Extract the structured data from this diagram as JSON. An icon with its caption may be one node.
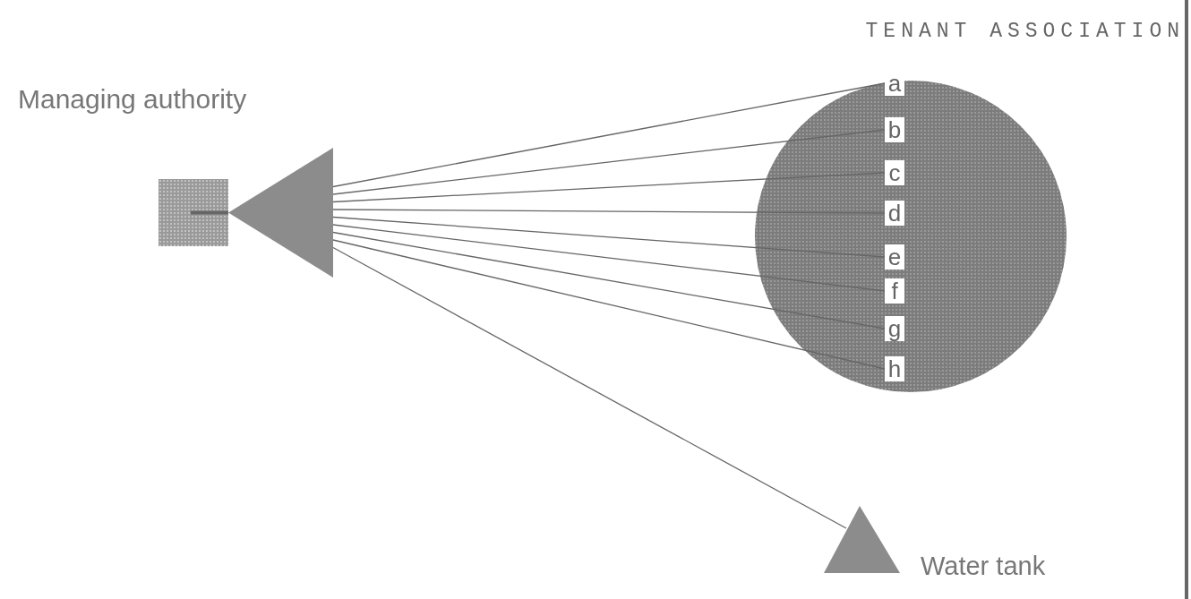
{
  "diagram": {
    "nodes": [
      {
        "text": [],
        "shape": "box"
      },
      {
        "text": [],
        "shape": "triangle"
      },
      {
        "text": [
          "TENANT ASSOCIATION"
        ]
      },
      {
        "text": [
          "a"
        ],
        "in": 2
      },
      {
        "text": [
          "b"
        ],
        "in": 2
      },
      {
        "text": [
          "c"
        ],
        "in": 2
      },
      {
        "text": [
          "d"
        ],
        "in": 2
      },
      {
        "text": [
          "e"
        ],
        "in": 2
      },
      {
        "text": [
          "f"
        ],
        "in": 2
      },
      {
        "text": [
          "g"
        ],
        "in": 2
      },
      {
        "text": [
          "h"
        ],
        "in": 2
      },
      {
        "text": [
          "Water tank"
        ]
      }
    ],
    "edges": [
      {
        "from": 0,
        "to": 1,
        "arrow": "none",
        "style": "thick"
      },
      {
        "from": 1,
        "to": 3,
        "arrow": "none"
      },
      {
        "from": 1,
        "to": 4,
        "arrow": "none"
      },
      {
        "from": 1,
        "to": 5,
        "arrow": "none"
      },
      {
        "from": 1,
        "to": 6,
        "arrow": "none"
      },
      {
        "from": 1,
        "to": 7,
        "arrow": "none"
      },
      {
        "from": 1,
        "to": 8,
        "arrow": "none"
      },
      {
        "from": 1,
        "to": 9,
        "arrow": "none"
      },
      {
        "from": 1,
        "to": 10,
        "arrow": "none"
      },
      {
        "from": 1,
        "to": 11,
        "arrow": "none"
      }
    ],
    "labels": [
      "Managing authority"
    ]
  }
}
